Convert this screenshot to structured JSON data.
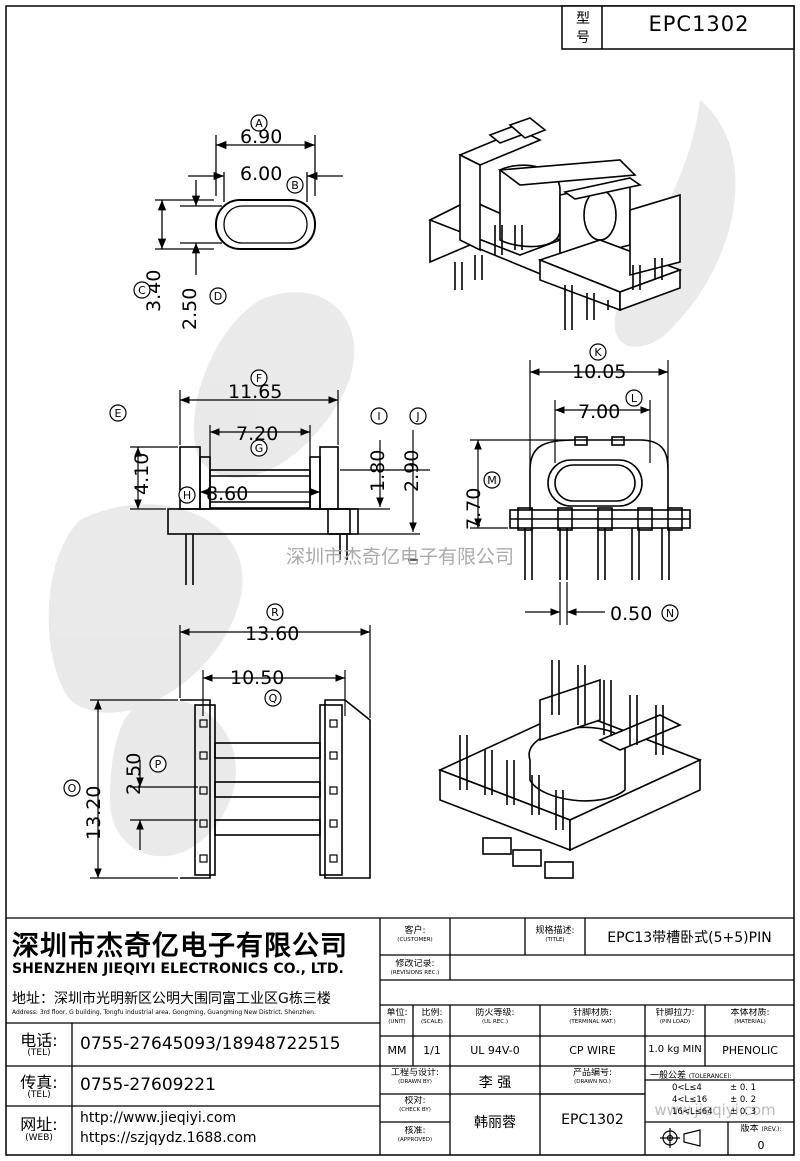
{
  "model_box": {
    "label_top": "型",
    "label_bottom": "号",
    "value": "EPC1302"
  },
  "drawing": {
    "watermark": "深圳市杰奇亿电子有限公司",
    "dims": {
      "A": {
        "letter": "A",
        "value": "6.90"
      },
      "B": {
        "letter": "B",
        "value": "6.00"
      },
      "C": {
        "letter": "C",
        "value": "3.40"
      },
      "D": {
        "letter": "D",
        "value": "2.50"
      },
      "E": {
        "letter": "E",
        "value": "4.10"
      },
      "F": {
        "letter": "F",
        "value": "11.65"
      },
      "G": {
        "letter": "G",
        "value": "7.20"
      },
      "H": {
        "letter": "H",
        "value": "8.60"
      },
      "I": {
        "letter": "I",
        "value": "1.80"
      },
      "J": {
        "letter": "J",
        "value": "2.90"
      },
      "K": {
        "letter": "K",
        "value": "10.05"
      },
      "L": {
        "letter": "L",
        "value": "7.00"
      },
      "M": {
        "letter": "M",
        "value": "7.70"
      },
      "N": {
        "letter": "N",
        "value": "0.50"
      },
      "O": {
        "letter": "O",
        "value": "13.20"
      },
      "P": {
        "letter": "P",
        "value": "2.50"
      },
      "Q": {
        "letter": "Q",
        "value": "10.50"
      },
      "R": {
        "letter": "R",
        "value": "13.60"
      }
    }
  },
  "company": {
    "name_cn": "深圳市杰奇亿电子有限公司",
    "name_en": "SHENZHEN JIEQIYI ELECTRONICS CO., LTD.",
    "address_cn": "地址：深圳市光明新区公明大围同富工业区G栋三楼",
    "address_en": "Address: 3rd floor, G building, Tongfu industrial area, Gongming, Guangming New District, Shenzhen.",
    "tel_label_cn": "电话:",
    "tel_label_en": "(TEL)",
    "tel": "0755-27645093/18948722515",
    "fax_label_cn": "传真:",
    "fax_label_en": "(TEL)",
    "fax": "0755-27609221",
    "web_label_cn": "网址:",
    "web_label_en": "(WEB)",
    "web1": "http://www.jieqiyi.com",
    "web2": "https://szjqydz.1688.com"
  },
  "title_block": {
    "customer_cn": "客户:",
    "customer_en": "(CUSTOMER)",
    "customer": "",
    "title_cn": "规格描述:",
    "title_en": "(TITLE)",
    "title": "EPC13带槽卧式(5+5)PIN",
    "rev_cn": "修改记录:",
    "rev_en": "(REVISIONS REC.)",
    "unit_cn": "单位:",
    "unit_en": "(UNIT)",
    "unit": "MM",
    "scale_cn": "比例:",
    "scale_en": "(SCALE)",
    "scale": "1/1",
    "ulrec_cn": "防火等级:",
    "ulrec_en": "(UL REC.)",
    "ulrec": "UL 94V-0",
    "termmat_cn": "针脚材质:",
    "termmat_en": "(TERMINAL MAT.)",
    "termmat": "CP WIRE",
    "pinload_cn": "针脚拉力:",
    "pinload_en": "(PIN LOAD)",
    "pinload": "1.0 kg MIN",
    "material_cn": "本体材质:",
    "material_en": "(MATERIAL)",
    "material": "PHENOLIC",
    "drawn_cn": "工程与设计:",
    "drawn_en": "(DRAWN BY)",
    "drawn": "李 强",
    "drawno_cn": "产品编号:",
    "drawno_en": "(DRAWN NO.)",
    "drawno": "EPC1302",
    "check_cn": "校对:",
    "check_en": "(CHECK BY)",
    "check": "韩丽蓉",
    "approved_cn": "核准:",
    "approved_en": "(APPROVED)",
    "tol_cn": "一般公差",
    "tol_en": "(TOLERANCE):",
    "tol_rows": [
      {
        "range": "0<L≤4",
        "tol": "± 0. 1"
      },
      {
        "range": "4<L≤16",
        "tol": "± 0. 2"
      },
      {
        "range": "16<L≤64",
        "tol": "± 0. 3"
      }
    ],
    "version_cn": "版本",
    "version_en": "(REV.):",
    "version": "0",
    "watermark_url": "www.jieqiyi.com"
  }
}
